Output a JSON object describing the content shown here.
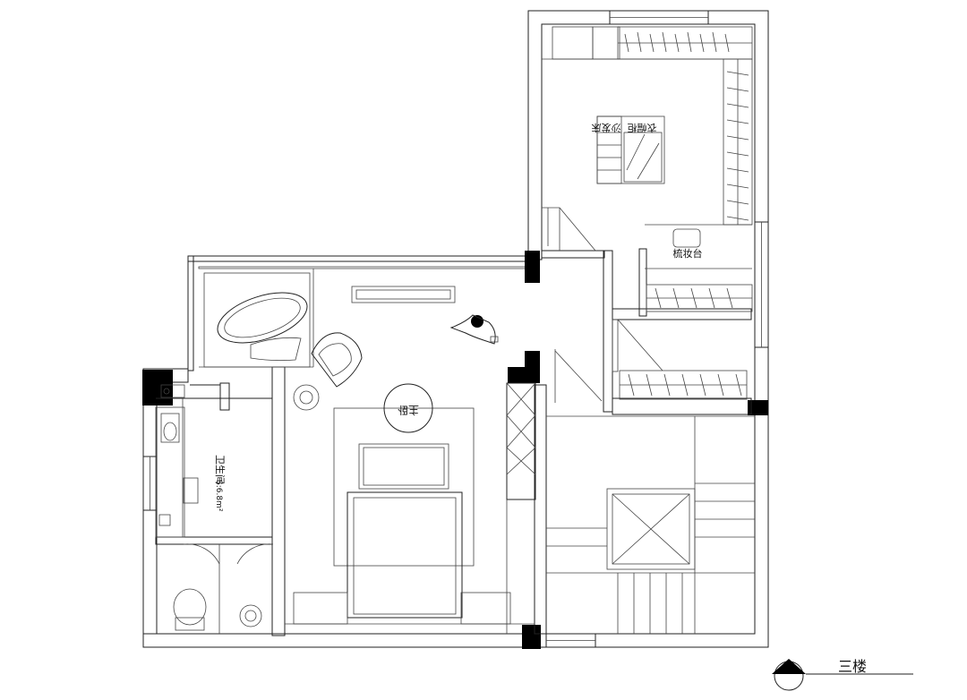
{
  "plan": {
    "floor_title": "三楼",
    "rooms": {
      "master_bedroom": "主卧",
      "bathroom_name": "卫生间",
      "bathroom_area": "S:6.8m²",
      "dressing_table": "梳妆台",
      "wardrobe": "衣帽柜",
      "sofa_bed": "沙发床"
    }
  }
}
